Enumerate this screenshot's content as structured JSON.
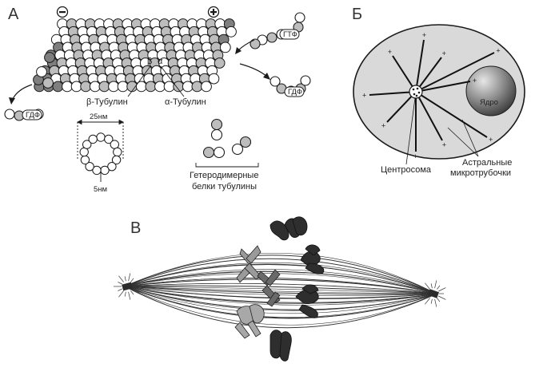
{
  "panels": {
    "a": "А",
    "b": "Б",
    "c": "В"
  },
  "panel_a": {
    "minus": "−",
    "plus": "+",
    "beta": "β",
    "alpha": "α",
    "gtp": "ГТФ",
    "gdp_right": "ГДФ",
    "gdp_left": "ГДФ",
    "beta_tubulin": "β-Тубулин",
    "alpha_tubulin": "α-Тубулин",
    "diameter": "25нм",
    "subunit": "5нм",
    "heterodimer_line1": "Гетеродимерные",
    "heterodimer_line2": "белки тубулины"
  },
  "panel_b": {
    "nucleus": "Ядро",
    "centrosome": "Центросома",
    "astral_line1": "Астральные",
    "astral_line2": "микротрубочки",
    "plus": "+"
  },
  "colors": {
    "beta_subunit": "#ffffff",
    "alpha_subunit": "#bdbdbd",
    "dark_subunit": "#7f7f7f",
    "cell_fill": "#d9d9d9",
    "nucleus_dark": "#4d4d4d",
    "nucleus_light": "#cfcfcf",
    "stroke": "#1a1a1a"
  }
}
